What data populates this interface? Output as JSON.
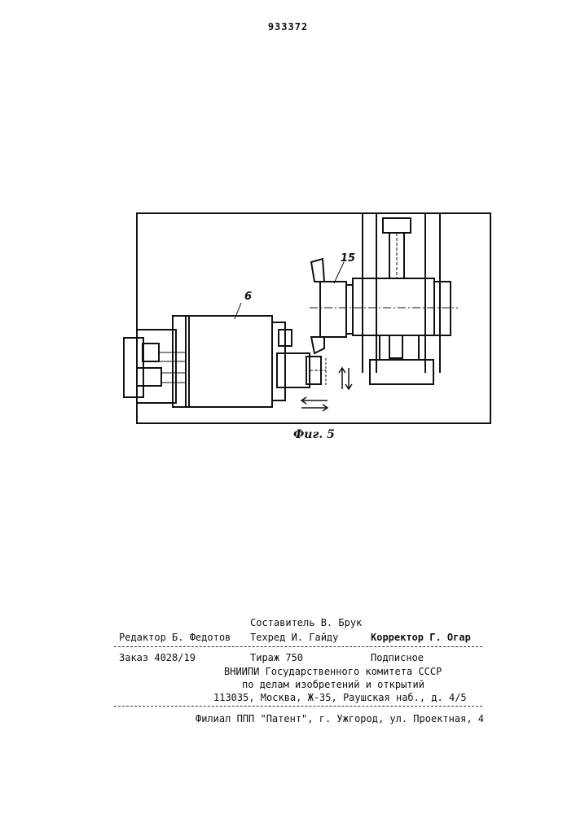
{
  "patent_number": "933372",
  "figure": {
    "caption": "Фиг. 5",
    "labels": {
      "part_6": "6",
      "part_15": "15"
    }
  },
  "imprint": {
    "compiler": "Составитель В. Брук",
    "editor": "Редактор Б. Федотов",
    "techred": "Техред И. Гайду",
    "corrector": "Корректор Г. Огар",
    "order": "Заказ 4028/19",
    "circulation": "Тираж 750",
    "subscription": "Подписное",
    "org_line1": "ВНИИПИ Государственного комитета СССР",
    "org_line2": "по делам изобретений и открытий",
    "address": "113035, Москва, Ж-35, Раушская наб., д. 4/5",
    "branch": "Филиал ППП \"Патент\", г. Ужгород, ул. Проектная, 4"
  }
}
